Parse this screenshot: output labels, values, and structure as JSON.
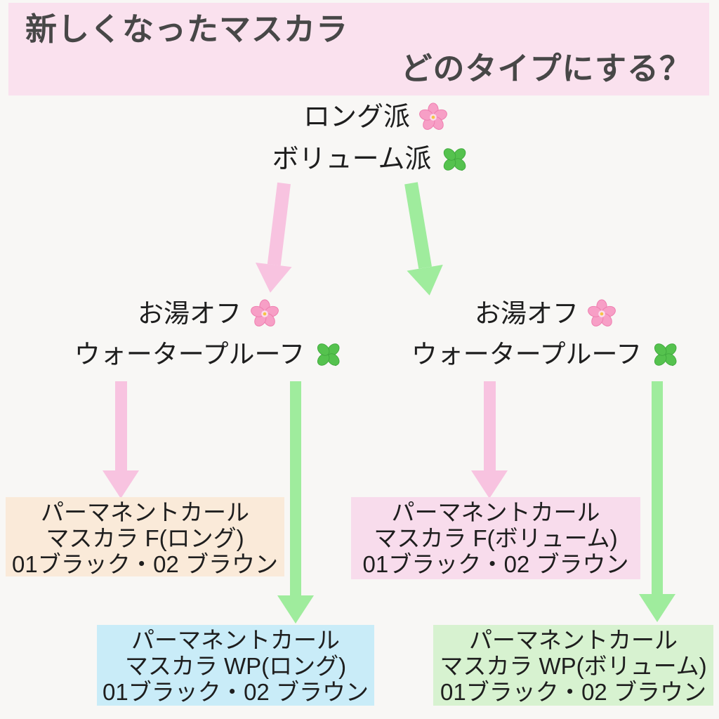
{
  "header": {
    "title_line1": "新しくなったマスカラ",
    "title_line2": "どのタイプにする？"
  },
  "root": {
    "options": [
      {
        "label": "ロング派",
        "icon": "cherry-blossom"
      },
      {
        "label": "ボリューム派",
        "icon": "four-leaf-clover"
      }
    ]
  },
  "branches": {
    "left": {
      "options": [
        {
          "label": "お湯オフ",
          "icon": "cherry-blossom"
        },
        {
          "label": "ウォータープルーフ",
          "icon": "four-leaf-clover"
        }
      ]
    },
    "right": {
      "options": [
        {
          "label": "お湯オフ",
          "icon": "cherry-blossom"
        },
        {
          "label": "ウォータープルーフ",
          "icon": "four-leaf-clover"
        }
      ]
    }
  },
  "products": {
    "f_long": {
      "lines": [
        "パーマネントカール",
        "マスカラ F(ロング)",
        "01ブラック・02 ブラウン"
      ]
    },
    "f_volume": {
      "lines": [
        "パーマネントカール",
        "マスカラ F(ボリューム)",
        "01ブラック・02 ブラウン"
      ]
    },
    "wp_long": {
      "lines": [
        "パーマネントカール",
        "マスカラ WP(ロング)",
        "01ブラック・02 ブラウン"
      ]
    },
    "wp_volume": {
      "lines": [
        "パーマネントカール",
        "マスカラ WP(ボリューム)",
        "01ブラック・02 ブラウン"
      ]
    }
  },
  "icons": {
    "cherry_blossom": "🌸",
    "four_leaf_clover": "🍀"
  },
  "colors": {
    "page-bg": "#f8f7f5",
    "banner-bg": "#fae1ee",
    "title-text": "#474747",
    "body-text": "#1e1e1e",
    "arrow-pink": "#f8c3e0",
    "arrow-green": "#9fec9d",
    "box-f-long": "#faead9",
    "box-f-volume": "#f8dcec",
    "box-wp-long": "#c9ecf8",
    "box-wp-volume": "#d7f2d0"
  }
}
